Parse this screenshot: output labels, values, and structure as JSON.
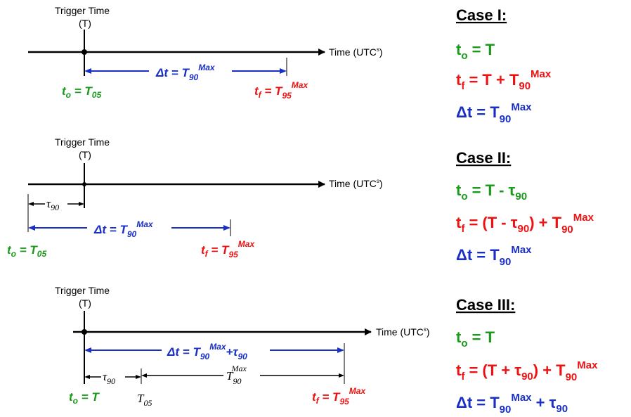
{
  "common": {
    "trigger_label": "Trigger Time",
    "trigger_symbol": "(T)",
    "time_axis_label": "Time (UTC",
    "time_axis_sup": "s",
    "time_axis_close": ")"
  },
  "diagram1": {
    "to_label": "to = T05",
    "tf_label": "tf = T95Max",
    "dt_label": "Δt = T90Max"
  },
  "diagram2": {
    "tau_label": "τ90",
    "to_label": "to = T05",
    "tf_label": "tf = T95Max",
    "dt_label": "Δt = T90Max"
  },
  "diagram3": {
    "tau_label": "τ90",
    "t90max_label": "T90Max",
    "t05_label": "T05",
    "to_label": "to = T",
    "tf_label": "tf = T95Max",
    "dt_label": "Δt = T90Max+τ90"
  },
  "cases": [
    {
      "title": "Case I:",
      "to": "to = T",
      "tf": "tf = T + T90Max",
      "dt": "Δt = T90Max"
    },
    {
      "title": "Case II:",
      "to": "to = T - τ90",
      "tf": "tf = (T - τ90) + T90Max",
      "dt": "Δt = T90Max"
    },
    {
      "title": "Case III:",
      "to": "to = T",
      "tf": "tf = (T + τ90) + T90Max",
      "dt": "Δt = T90Max + τ90"
    }
  ],
  "colors": {
    "green": "#1a9a1a",
    "red": "#ee1111",
    "blue": "#1a2fc4"
  }
}
